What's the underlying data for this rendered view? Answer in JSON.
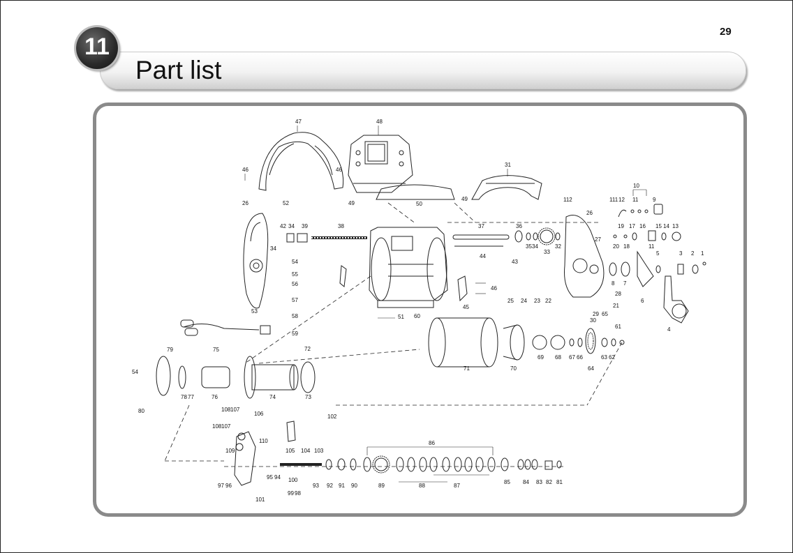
{
  "page": {
    "number": "29"
  },
  "section": {
    "number": "11",
    "title": "Part list"
  },
  "diagram": {
    "callouts": {
      "c1": "1",
      "c2": "2",
      "c3": "3",
      "c4": "4",
      "c5": "5",
      "c6": "6",
      "c7": "7",
      "c8": "8",
      "c9": "9",
      "c10": "10",
      "c11a": "11",
      "c11b": "11",
      "c12": "12",
      "c13": "13",
      "c14": "14",
      "c15": "15",
      "c16": "16",
      "c17": "17",
      "c18": "18",
      "c19": "19",
      "c20": "20",
      "c21": "21",
      "c22": "22",
      "c23": "23",
      "c24": "24",
      "c25": "25",
      "c26a": "26",
      "c26b": "26",
      "c27": "27",
      "c28": "28",
      "c29": "29",
      "c30": "30",
      "c31": "31",
      "c32": "32",
      "c33": "33",
      "c34a": "34",
      "c34b": "34",
      "c34c": "34",
      "c35": "35",
      "c36": "36",
      "c37": "37",
      "c38": "38",
      "c39": "39",
      "c42": "42",
      "c43": "43",
      "c44": "44",
      "c45": "45",
      "c46a": "46",
      "c46b": "46",
      "c46c": "46",
      "c47": "47",
      "c48": "48",
      "c49a": "49",
      "c49b": "49",
      "c50": "50",
      "c51": "51",
      "c52": "52",
      "c53": "53",
      "c54a": "54",
      "c54b": "54",
      "c55": "55",
      "c56": "56",
      "c57": "57",
      "c58": "58",
      "c59": "59",
      "c60": "60",
      "c61": "61",
      "c62": "62",
      "c63": "63",
      "c64": "64",
      "c65": "65",
      "c66": "66",
      "c67": "67",
      "c68": "68",
      "c69": "69",
      "c70": "70",
      "c71": "71",
      "c72": "72",
      "c73": "73",
      "c74": "74",
      "c75": "75",
      "c76": "76",
      "c77": "77",
      "c78": "78",
      "c79": "79",
      "c80": "80",
      "c81": "81",
      "c82": "82",
      "c83": "83",
      "c84": "84",
      "c85": "85",
      "c86": "86",
      "c87": "87",
      "c88": "88",
      "c89": "89",
      "c90": "90",
      "c91": "91",
      "c92": "92",
      "c93": "93",
      "c94": "94",
      "c95": "95",
      "c96": "96",
      "c97": "97",
      "c98": "98",
      "c99": "99",
      "c100": "100",
      "c101": "101",
      "c102": "102",
      "c103": "103",
      "c104": "104",
      "c105": "105",
      "c106": "106",
      "c107a": "107",
      "c107b": "107",
      "c108a": "108",
      "c108b": "108",
      "c109": "109",
      "c110": "110",
      "c111": "111",
      "c112": "112"
    }
  }
}
